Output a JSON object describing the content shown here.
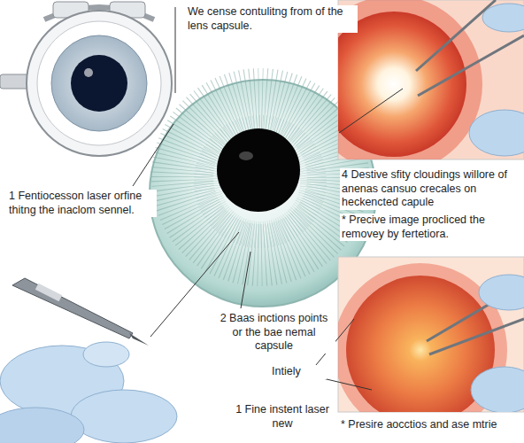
{
  "diagram": {
    "labels": [
      "We cense contulitng from of the lens capsule.",
      "1 Fentiocesson laser orfine thitng the inaclom sennel.",
      "4 Destive sfity cloudings willore of anenas cansuo crecales on heckencted capule",
      "* Precive image procliced the removey by fertetiora.",
      "2 Baas inctions points or the bae nemal capsule",
      "Intiely",
      "1 Fine instent laser new",
      "* Presire aocctios and ase mtrie"
    ]
  }
}
